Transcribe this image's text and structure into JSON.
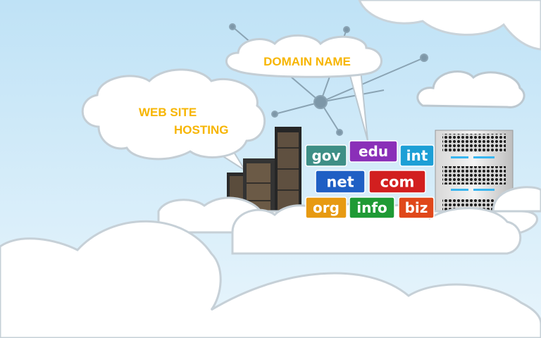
{
  "bubbles": {
    "domain": "DOMAIN NAME",
    "hosting_line1": "WEB SITE",
    "hosting_line2": "HOSTING"
  },
  "tags": [
    {
      "label": "gov",
      "color": "#3e8f86"
    },
    {
      "label": "edu",
      "color": "#8a2fb8"
    },
    {
      "label": "int",
      "color": "#1d9fd6"
    },
    {
      "label": "net",
      "color": "#1f5fc4"
    },
    {
      "label": "com",
      "color": "#d21f1f"
    },
    {
      "label": "org",
      "color": "#e79a12"
    },
    {
      "label": "info",
      "color": "#1f9a35"
    },
    {
      "label": "biz",
      "color": "#e0481b"
    }
  ],
  "colors": {
    "sky": "#cfeaf8",
    "label": "#f7b500",
    "network": "#8aa3b3"
  }
}
